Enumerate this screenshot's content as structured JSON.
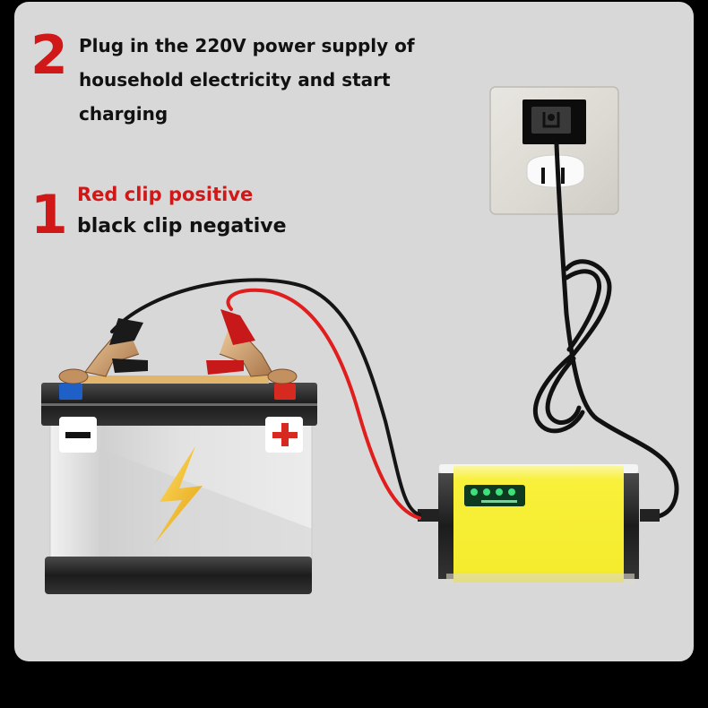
{
  "steps": [
    {
      "number": "2",
      "text": "Plug in the 220V power supply of household electricity and start charging"
    },
    {
      "number": "1",
      "line1": "Red clip positive",
      "line2": "black clip negative"
    }
  ],
  "battery": {
    "negative_symbol": "−",
    "positive_symbol": "+",
    "negative_terminal_color": "#1e5fc8",
    "positive_terminal_color": "#d62a20"
  },
  "charger": {
    "body_color": "#f8f03a",
    "indicator_leds": 4,
    "led_color": "#3de07a"
  },
  "colors": {
    "accent_red": "#d11818",
    "background": "#d8d8d8",
    "frame": "#000000"
  }
}
